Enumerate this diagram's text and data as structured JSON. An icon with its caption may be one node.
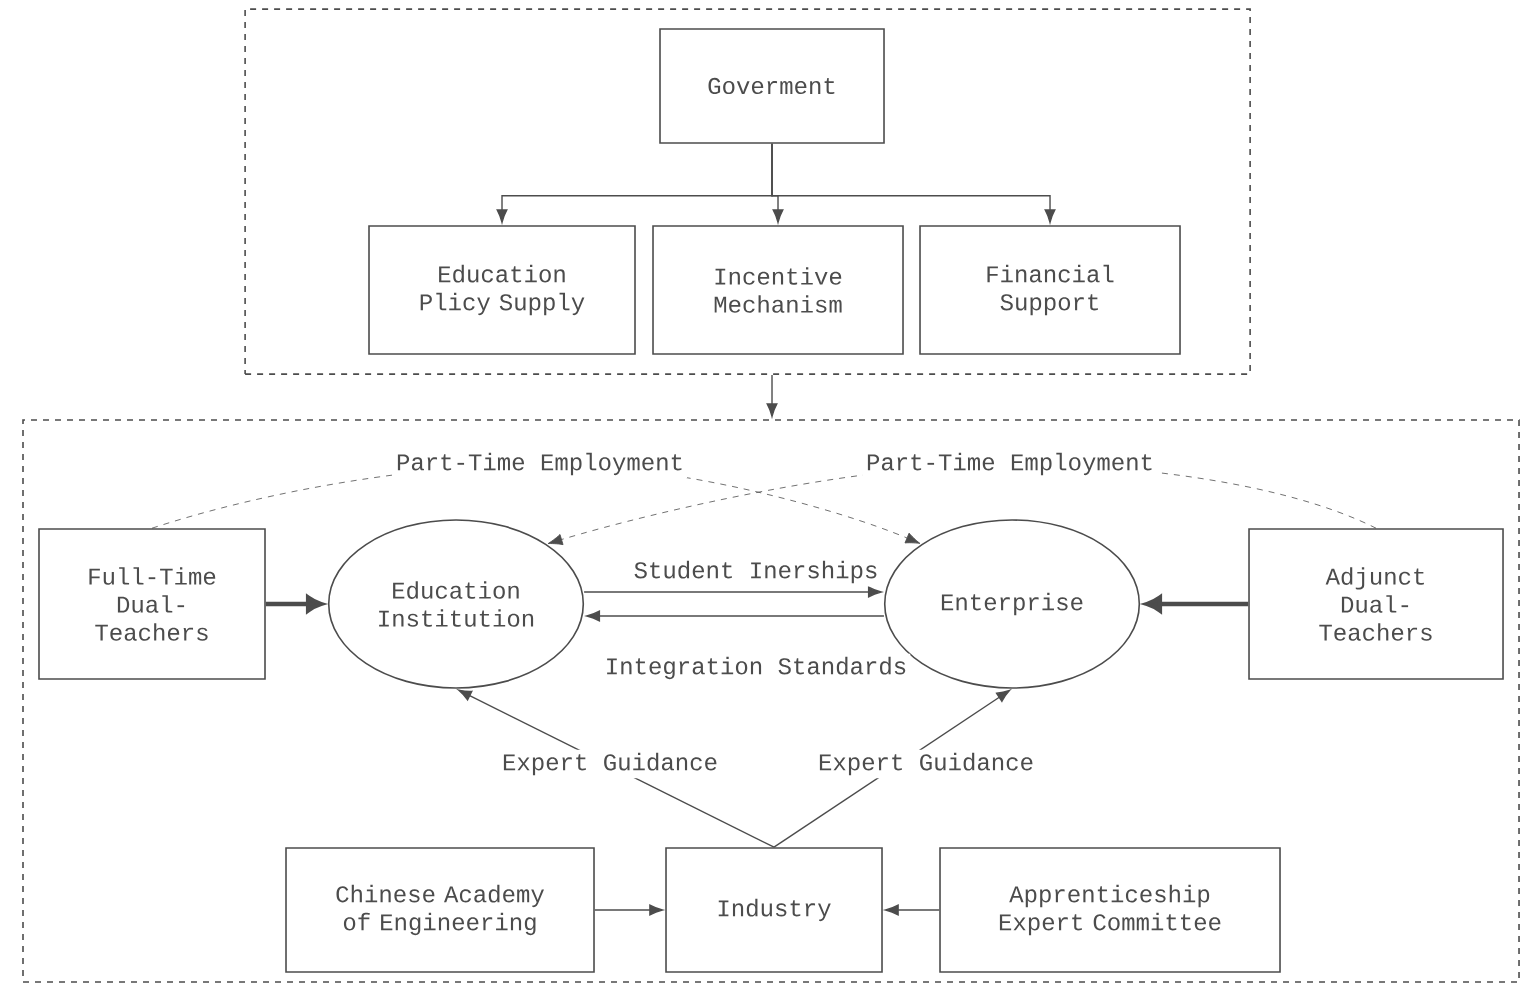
{
  "diagram": {
    "nodes": [
      {
        "text": [],
        "shape": "box"
      },
      {
        "text": [
          "Goverment"
        ],
        "in": 0
      },
      {
        "text": [
          "Education Plicy Supply"
        ],
        "in": 0
      },
      {
        "text": [
          "Incentive Mechanism"
        ],
        "in": 0
      },
      {
        "text": [
          "Financial Support"
        ],
        "in": 0
      },
      {
        "text": [],
        "shape": "box"
      },
      {
        "text": [
          "Full-Time Dual-Teachers"
        ],
        "in": 5
      },
      {
        "text": [
          "Education Institution"
        ],
        "in": 5
      },
      {
        "text": [
          "Enterprise"
        ],
        "in": 5
      },
      {
        "text": [
          "Adjunct Dual-Teachers"
        ],
        "in": 5
      },
      {
        "text": [
          "Chinese Academy of Engineering"
        ],
        "in": 5
      },
      {
        "text": [
          "Industry"
        ],
        "in": 5
      },
      {
        "text": [
          "Apprenticeship Expert Committee"
        ],
        "in": 5
      }
    ],
    "edges": [
      {
        "from": 1,
        "to": 2,
        "arrow": "to"
      },
      {
        "from": 1,
        "to": 3,
        "arrow": "to"
      },
      {
        "from": 1,
        "to": 4,
        "arrow": "to"
      },
      {
        "from": 0,
        "to": 5,
        "arrow": "to"
      },
      {
        "from": 6,
        "to": 8,
        "arrow": "to",
        "label": "Part-Time Employment",
        "style": "dashed"
      },
      {
        "from": 9,
        "to": 7,
        "arrow": "to",
        "label": "Part-Time Employment",
        "style": "dashed"
      },
      {
        "from": 6,
        "to": 7,
        "arrow": "to",
        "style": "thick"
      },
      {
        "from": 7,
        "to": 8,
        "arrow": "to",
        "label": "Student Inerships"
      },
      {
        "from": 8,
        "to": 7,
        "arrow": "to",
        "label": "Integration Standards"
      },
      {
        "from": 9,
        "to": 8,
        "arrow": "to",
        "style": "thick"
      },
      {
        "from": 11,
        "to": 7,
        "arrow": "to",
        "label": "Expert Guidance"
      },
      {
        "from": 11,
        "to": 8,
        "arrow": "to",
        "label": "Expert Guidance"
      },
      {
        "from": 10,
        "to": 11,
        "arrow": "to"
      },
      {
        "from": 12,
        "to": 11,
        "arrow": "to"
      }
    ]
  }
}
